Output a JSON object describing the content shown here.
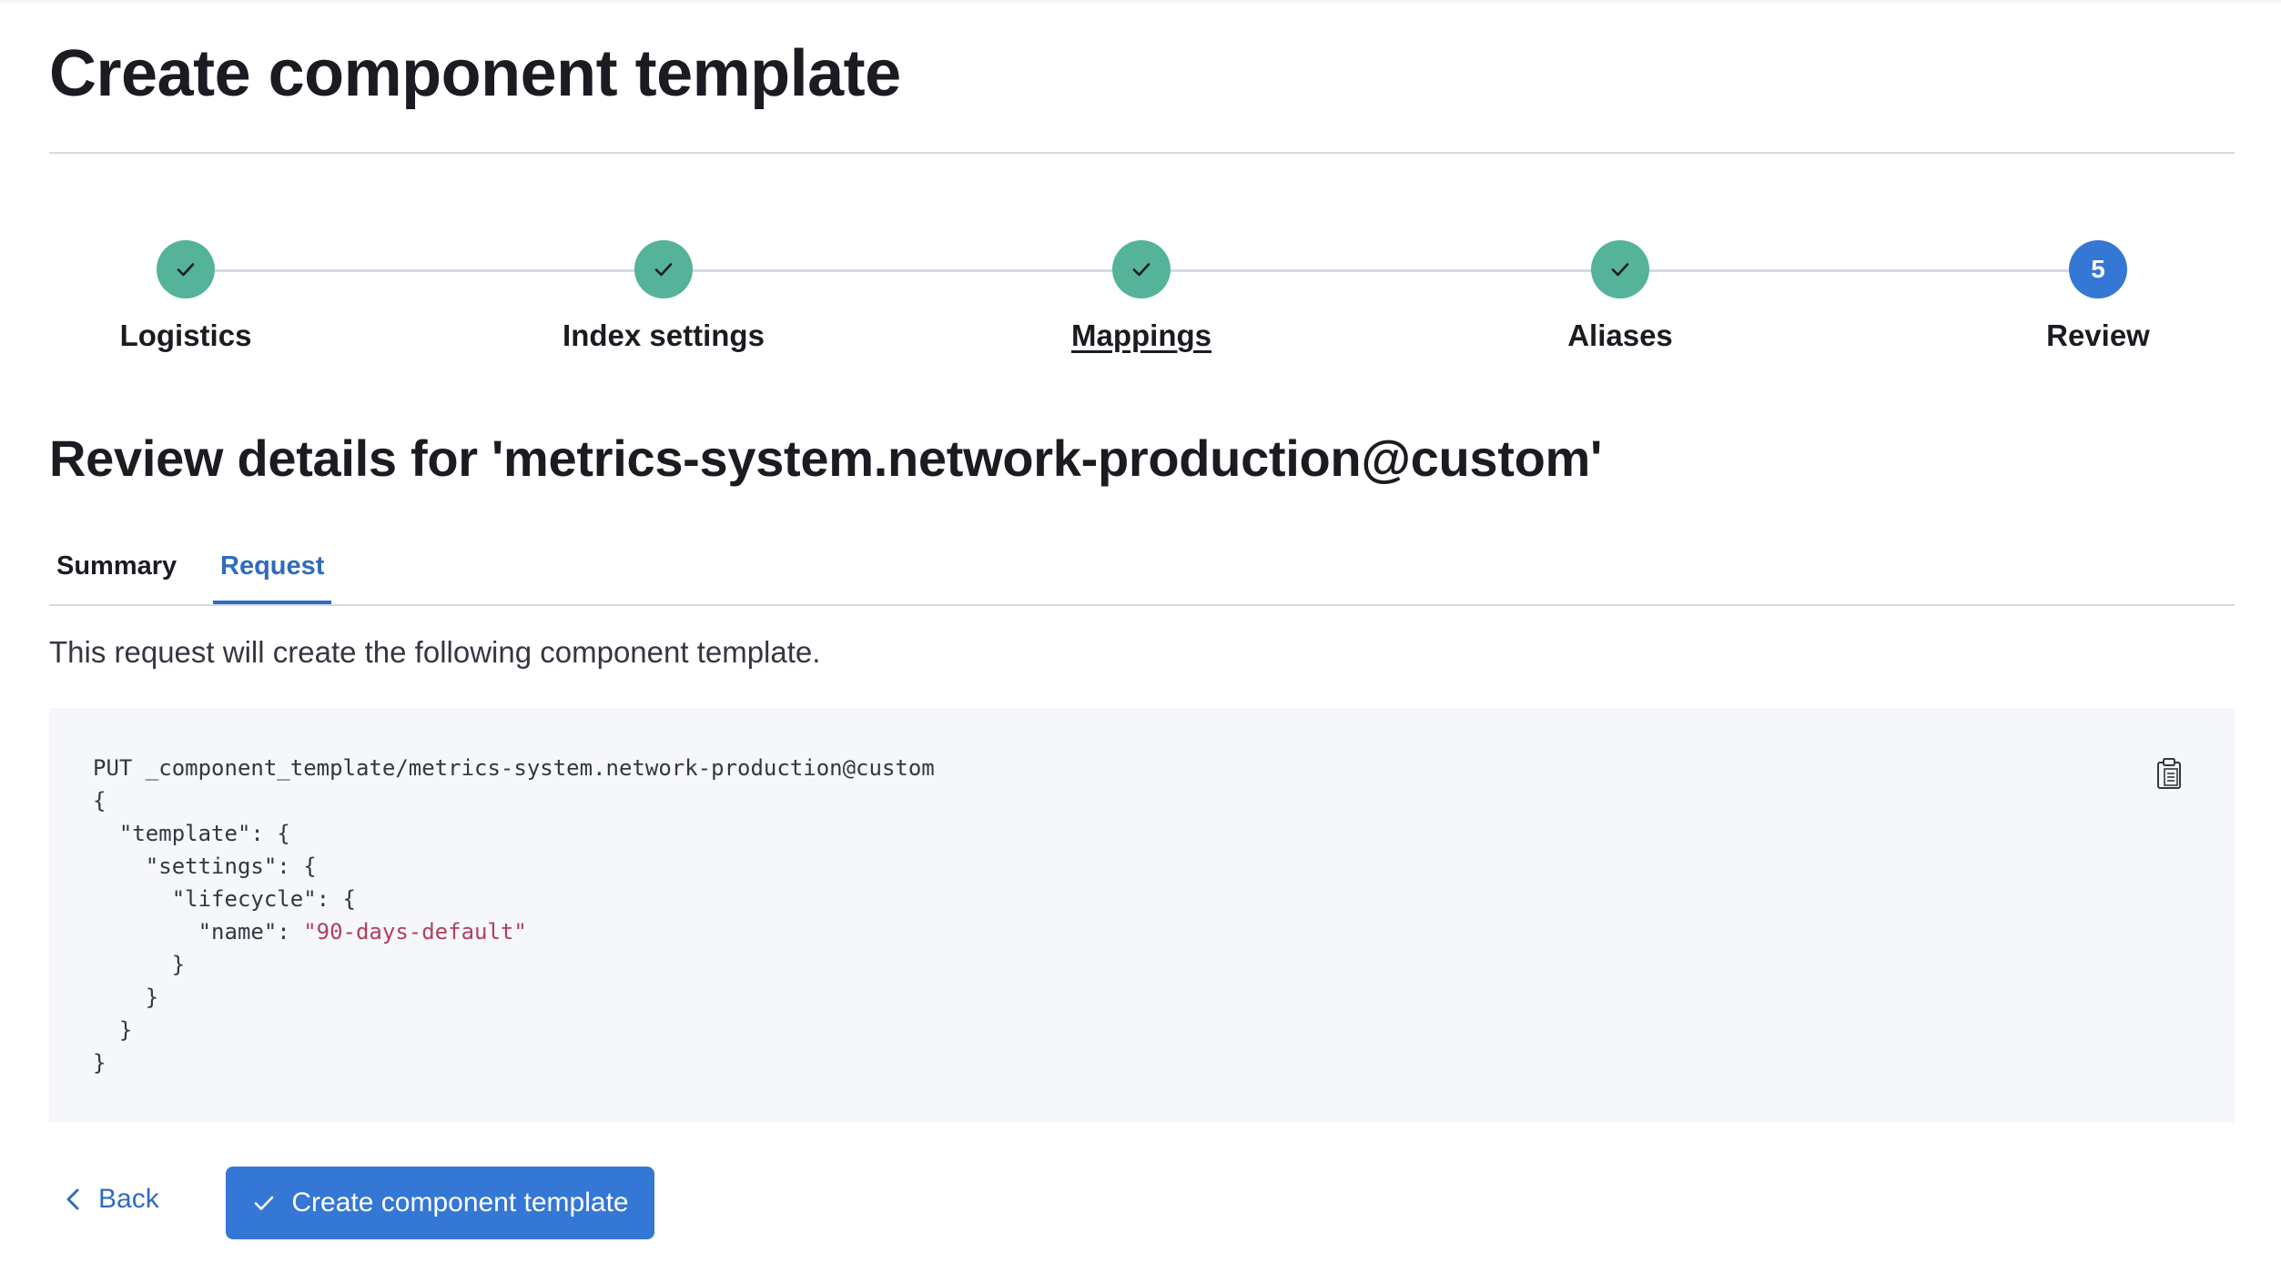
{
  "page": {
    "title": "Create component template"
  },
  "steps": [
    {
      "label": "Logistics",
      "status": "complete",
      "icon": "check-icon"
    },
    {
      "label": "Index settings",
      "status": "complete",
      "icon": "check-icon"
    },
    {
      "label": "Mappings",
      "status": "complete",
      "icon": "check-icon",
      "hovered": true
    },
    {
      "label": "Aliases",
      "status": "complete",
      "icon": "check-icon"
    },
    {
      "label": "Review",
      "status": "current",
      "number": "5"
    }
  ],
  "review": {
    "title": "Review details for 'metrics-system.network-production@custom'",
    "tabs": [
      {
        "label": "Summary",
        "selected": false
      },
      {
        "label": "Request",
        "selected": true
      }
    ],
    "description": "This request will create the following component template.",
    "code": {
      "lines": [
        "PUT _component_template/metrics-system.network-production@custom",
        "{",
        "  \"template\": {",
        "    \"settings\": {",
        "      \"lifecycle\": {",
        "        \"name\": \"90-days-default\"",
        "      }",
        "    }",
        "  }",
        "}"
      ],
      "copy_icon": "copy-to-clipboard-icon"
    }
  },
  "footer": {
    "back_label": "Back",
    "back_icon": "chevron-left-icon",
    "create_label": "Create component template",
    "create_icon": "check-icon"
  },
  "colors": {
    "accent": "#3577d4",
    "link": "#2f6bbf",
    "step_complete": "#54b399",
    "string": "#b0405c",
    "code_bg": "#f5f7fa"
  }
}
